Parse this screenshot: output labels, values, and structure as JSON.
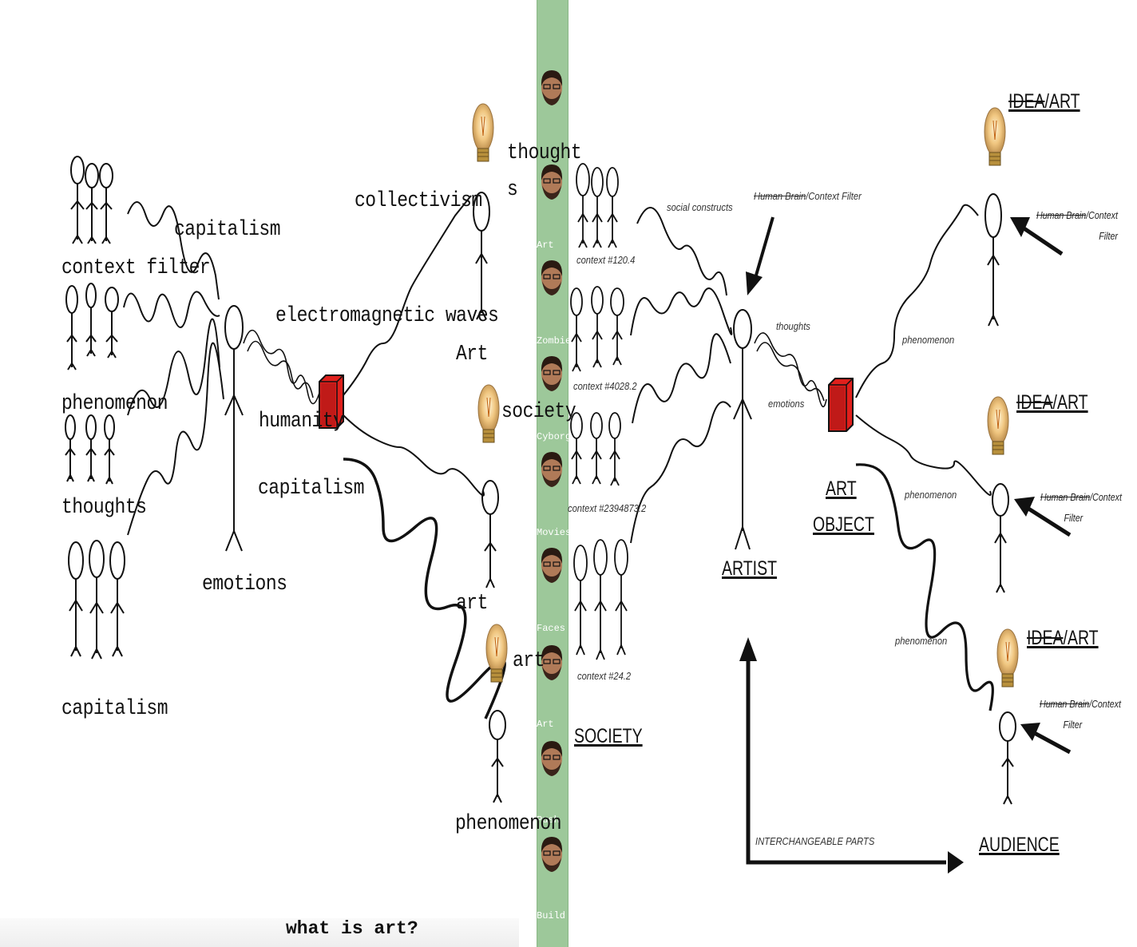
{
  "page_title": "what is art?",
  "left_diagram": {
    "labels": {
      "context_filter": "context filter",
      "capitalism_top": "capitalism",
      "phenomenon": "phenomenon",
      "thoughts": "thoughts",
      "capitalism_bottom": "capitalism",
      "emotions": "emotions",
      "electromagnetic_waves": "electromagnetic waves",
      "collectivism": "collectivism",
      "humanity": "humanity",
      "capitalism_mid": "capitalism",
      "thoughts_head_line1": "thought",
      "thoughts_head_line2": "s",
      "art_upper": "Art",
      "society": "society",
      "art_lower": "art",
      "art_tail": "art",
      "phenomenon_bottom": "phenomenon"
    }
  },
  "face_strip": {
    "words": [
      "Art",
      "Zombie",
      "Cyborg",
      "Movies",
      "Faces",
      "Art",
      "Push",
      "Build"
    ],
    "color": "#9dc89a"
  },
  "right_diagram": {
    "social_constructs": "social constructs",
    "context_filter_header": {
      "struck": "Human Brain",
      "rest": "/Context Filter"
    },
    "contexts": [
      "context #120.4",
      "context #4028.2",
      "context #2394873.2",
      "context #24.2"
    ],
    "society": "SOCIETY",
    "thoughts": "thoughts",
    "emotions": "emotions",
    "artist": "ARTIST",
    "art_object_line1": "ART",
    "art_object_line2": "OBJECT",
    "phenomenon": [
      "phenomenon",
      "phenomenon",
      "phenomenon"
    ],
    "idea_art": {
      "struck": "IDEA",
      "rest": "/ART"
    },
    "filter": {
      "struck": "Human Brain",
      "rest": "/Context",
      "line2": "Filter"
    },
    "interchangeable_parts": "INTERCHANGEABLE PARTS",
    "audience": "AUDIENCE"
  },
  "colors": {
    "box_red": "#e0201c",
    "box_dark": "#8a1010",
    "bulb": "#e8b96a"
  }
}
